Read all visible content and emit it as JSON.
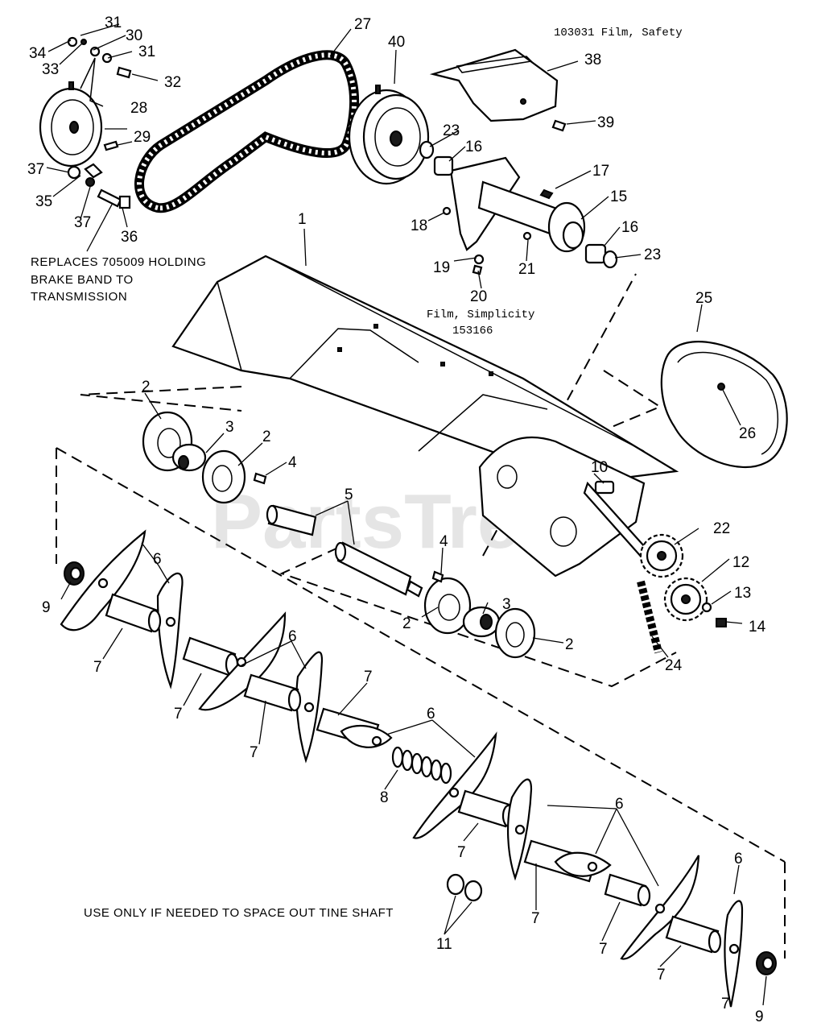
{
  "diagram": {
    "watermark": "PartsTree",
    "notes": {
      "brake_band": [
        "REPLACES 705009 HOLDING",
        "BRAKE BAND TO",
        "TRANSMISSION"
      ],
      "spacer": "USE ONLY IF NEEDED TO SPACE OUT TINE SHAFT"
    },
    "films": {
      "safety": "103031  Film, Safety",
      "simplicity_line1": "Film, Simplicity",
      "simplicity_line2": "153166"
    },
    "callouts": [
      {
        "id": "c1",
        "label": "1"
      },
      {
        "id": "c2a",
        "label": "2"
      },
      {
        "id": "c2b",
        "label": "2"
      },
      {
        "id": "c2c",
        "label": "2"
      },
      {
        "id": "c2d",
        "label": "2"
      },
      {
        "id": "c3a",
        "label": "3"
      },
      {
        "id": "c3b",
        "label": "3"
      },
      {
        "id": "c4a",
        "label": "4"
      },
      {
        "id": "c4b",
        "label": "4"
      },
      {
        "id": "c5",
        "label": "5"
      },
      {
        "id": "c6a",
        "label": "6"
      },
      {
        "id": "c6b",
        "label": "6"
      },
      {
        "id": "c6c",
        "label": "6"
      },
      {
        "id": "c6d",
        "label": "6"
      },
      {
        "id": "c6e",
        "label": "6"
      },
      {
        "id": "c7a",
        "label": "7"
      },
      {
        "id": "c7b",
        "label": "7"
      },
      {
        "id": "c7c",
        "label": "7"
      },
      {
        "id": "c7d",
        "label": "7"
      },
      {
        "id": "c7e",
        "label": "7"
      },
      {
        "id": "c7f",
        "label": "7"
      },
      {
        "id": "c7g",
        "label": "7"
      },
      {
        "id": "c7h",
        "label": "7"
      },
      {
        "id": "c7i",
        "label": "7"
      },
      {
        "id": "c8",
        "label": "8"
      },
      {
        "id": "c9a",
        "label": "9"
      },
      {
        "id": "c9b",
        "label": "9"
      },
      {
        "id": "c10",
        "label": "10"
      },
      {
        "id": "c11",
        "label": "11"
      },
      {
        "id": "c12",
        "label": "12"
      },
      {
        "id": "c13",
        "label": "13"
      },
      {
        "id": "c14",
        "label": "14"
      },
      {
        "id": "c15",
        "label": "15"
      },
      {
        "id": "c16a",
        "label": "16"
      },
      {
        "id": "c16b",
        "label": "16"
      },
      {
        "id": "c17",
        "label": "17"
      },
      {
        "id": "c18",
        "label": "18"
      },
      {
        "id": "c19",
        "label": "19"
      },
      {
        "id": "c20",
        "label": "20"
      },
      {
        "id": "c21",
        "label": "21"
      },
      {
        "id": "c22",
        "label": "22"
      },
      {
        "id": "c23a",
        "label": "23"
      },
      {
        "id": "c23b",
        "label": "23"
      },
      {
        "id": "c24",
        "label": "24"
      },
      {
        "id": "c25",
        "label": "25"
      },
      {
        "id": "c26",
        "label": "26"
      },
      {
        "id": "c27",
        "label": "27"
      },
      {
        "id": "c28",
        "label": "28"
      },
      {
        "id": "c29",
        "label": "29"
      },
      {
        "id": "c30",
        "label": "30"
      },
      {
        "id": "c31a",
        "label": "31"
      },
      {
        "id": "c31b",
        "label": "31"
      },
      {
        "id": "c32",
        "label": "32"
      },
      {
        "id": "c33",
        "label": "33"
      },
      {
        "id": "c34",
        "label": "34"
      },
      {
        "id": "c35",
        "label": "35"
      },
      {
        "id": "c36",
        "label": "36"
      },
      {
        "id": "c37a",
        "label": "37"
      },
      {
        "id": "c37b",
        "label": "37"
      },
      {
        "id": "c38",
        "label": "38"
      },
      {
        "id": "c39",
        "label": "39"
      },
      {
        "id": "c40",
        "label": "40"
      }
    ]
  }
}
